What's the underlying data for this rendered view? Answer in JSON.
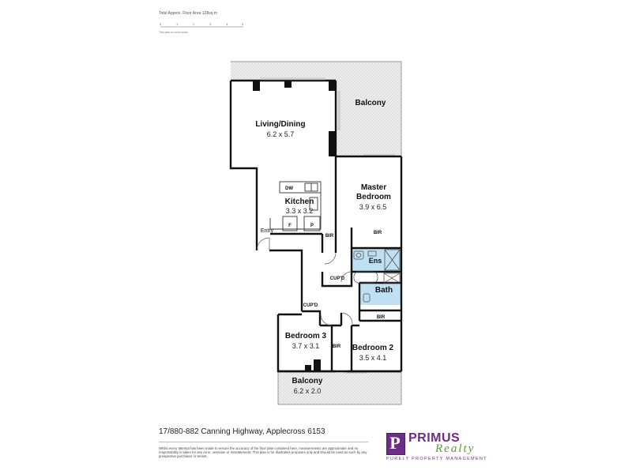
{
  "header": {
    "area_text": "Total Approx. Floor Area 128sq.m",
    "scale_ticks": [
      "0",
      "1",
      "2",
      "3",
      "4",
      "5"
    ],
    "scale_note": "This plan is not to scale"
  },
  "rooms": {
    "living": {
      "name": "Living/Dining",
      "dims": "6.2 x 5.7"
    },
    "balcony_top": {
      "name": "Balcony"
    },
    "master": {
      "name_line1": "Master",
      "name_line2": "Bedroom",
      "dims": "3.9 x 6.5"
    },
    "kitchen": {
      "name": "Kitchen",
      "dims": "3.3 x 3.2"
    },
    "entry": {
      "name": "Entry"
    },
    "ens": {
      "name": "Ens"
    },
    "bath": {
      "name": "Bath"
    },
    "bedroom3": {
      "name": "Bedroom 3",
      "dims": "3.7 x 3.1"
    },
    "bedroom2": {
      "name": "Bedroom 2",
      "dims": "3.5 x 4.1"
    },
    "balcony_bottom": {
      "name": "Balcony",
      "dims": "6.2 x 2.0"
    }
  },
  "labels": {
    "dw": "DW",
    "fridge": "F",
    "pantry": "P",
    "bir": "BIR",
    "cupd": "CUP'D"
  },
  "footer": {
    "address": "17/880-882 Canning Highway, Applecross 6153",
    "disclaimer": "Whilst every attempt has been made to ensure the accuracy of the floor plan contained here, measurements are approximate and no responsibility is taken for any error, omission or misstatement. This plan is for illustrative purposes only and should be used as such by any prospective purchaser or tenant."
  },
  "logo": {
    "letter": "P",
    "brand": "PRIMUS",
    "realty": "Realty",
    "tagline": "PURELY PROPERTY MANAGEMENT"
  },
  "colors": {
    "wet_area": "#bfe0f2",
    "wall": "#111111",
    "balcony_hatch": "#d9d9d9",
    "brand_purple": "#6b2d86",
    "brand_green": "#5c9a3c"
  }
}
